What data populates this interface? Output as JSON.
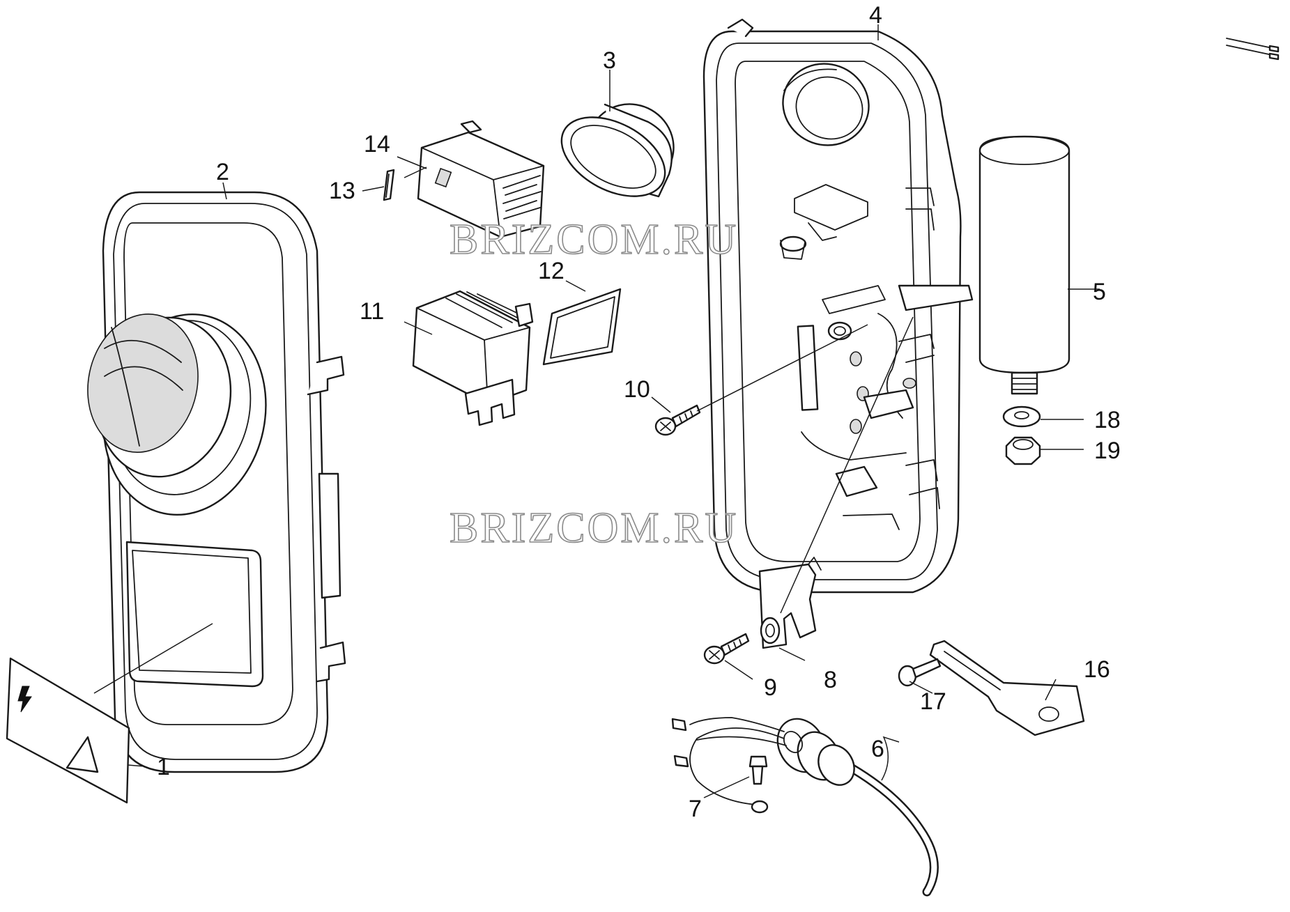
{
  "watermark": {
    "top": "BRIZCOM.RU",
    "bottom": "BRIZCOM.RU"
  },
  "callouts": [
    {
      "id": "c1",
      "label": "1"
    },
    {
      "id": "c2",
      "label": "2"
    },
    {
      "id": "c3",
      "label": "3"
    },
    {
      "id": "c4",
      "label": "4"
    },
    {
      "id": "c5",
      "label": "5"
    },
    {
      "id": "c6",
      "label": "6"
    },
    {
      "id": "c7",
      "label": "7"
    },
    {
      "id": "c8",
      "label": "8"
    },
    {
      "id": "c9",
      "label": "9"
    },
    {
      "id": "c10",
      "label": "10"
    },
    {
      "id": "c11",
      "label": "11"
    },
    {
      "id": "c12",
      "label": "12"
    },
    {
      "id": "c13",
      "label": "13"
    },
    {
      "id": "c14",
      "label": "14"
    },
    {
      "id": "c16",
      "label": "16"
    },
    {
      "id": "c17",
      "label": "17"
    },
    {
      "id": "c18",
      "label": "18"
    },
    {
      "id": "c19",
      "label": "19"
    }
  ],
  "icons": {
    "warning_label": "high-voltage-warning-icon"
  },
  "colors": {
    "line": "#1a1a1a",
    "watermark_stroke": "#8a8a8a",
    "background": "#ffffff"
  }
}
